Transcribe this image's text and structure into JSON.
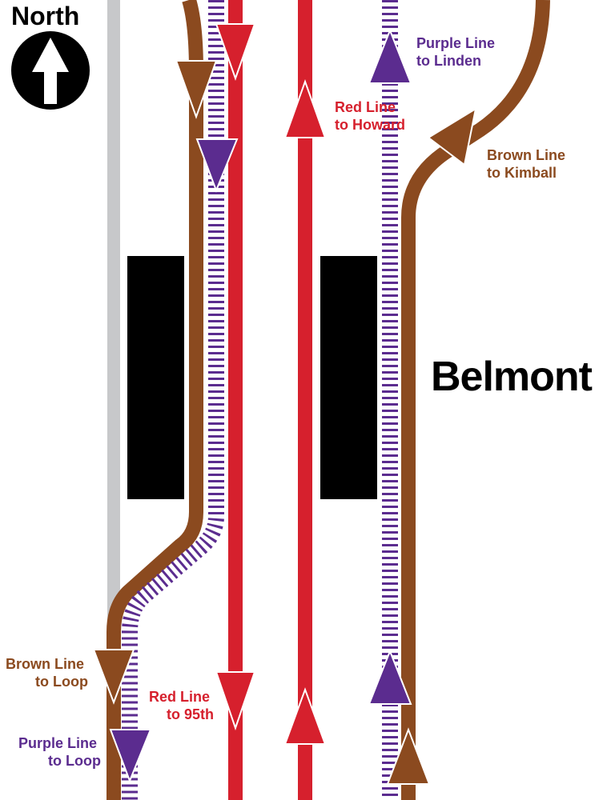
{
  "compass": {
    "label": "North",
    "icon": "north-arrow-icon"
  },
  "station": {
    "name": "Belmont"
  },
  "colors": {
    "red": "#d6202d",
    "brown": "#8b4a1f",
    "purple": "#5b2c8f",
    "gray": "#c7c8ca",
    "platform": "#000000"
  },
  "labels": {
    "purple_linden": [
      "Purple Line",
      "to Linden"
    ],
    "red_howard": [
      "Red Line",
      "to Howard"
    ],
    "brown_kimball": [
      "Brown Line",
      "to Kimball"
    ],
    "brown_loop": [
      "Brown Line",
      "to Loop"
    ],
    "red_95th": [
      "Red Line",
      "to 95th"
    ],
    "purple_loop": [
      "Purple Line",
      "to Loop"
    ]
  }
}
